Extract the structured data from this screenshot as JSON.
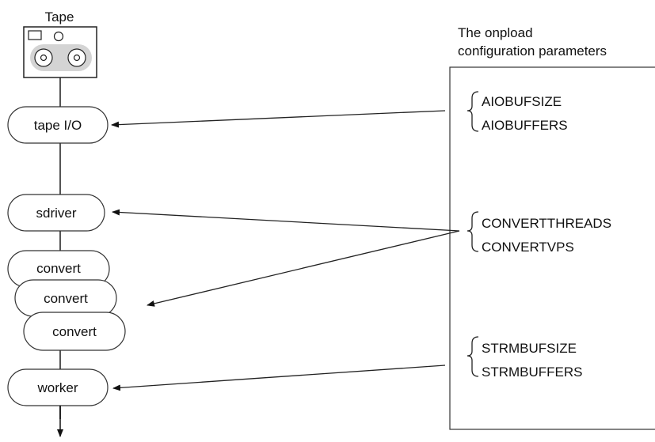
{
  "source": {
    "label": "Tape"
  },
  "pipeline": [
    {
      "id": "tape-io",
      "label": "tape I/O"
    },
    {
      "id": "sdriver",
      "label": "sdriver"
    },
    {
      "id": "convert-1",
      "label": "convert"
    },
    {
      "id": "convert-2",
      "label": "convert"
    },
    {
      "id": "convert-3",
      "label": "convert"
    },
    {
      "id": "worker",
      "label": "worker"
    }
  ],
  "panel": {
    "title_line1": "The onpload",
    "title_line2": "configuration parameters",
    "groups": [
      {
        "params": [
          "AIOBUFSIZE",
          "AIOBUFFERS"
        ]
      },
      {
        "params": [
          "CONVERTTHREADS",
          "CONVERTVPS"
        ]
      },
      {
        "params": [
          "STRMBUFSIZE",
          "STRMBUFFERS"
        ]
      }
    ]
  }
}
